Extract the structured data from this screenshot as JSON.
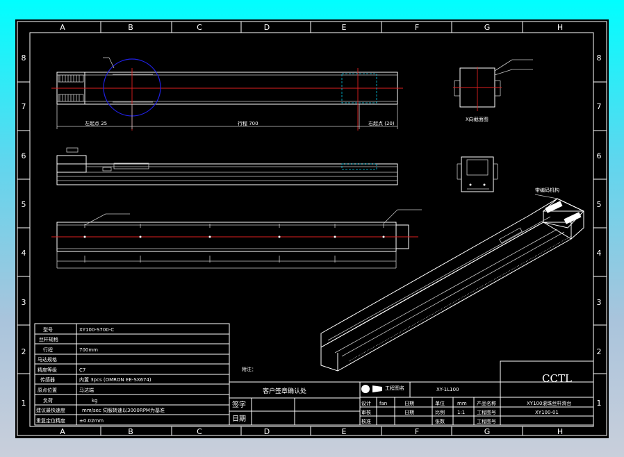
{
  "zones": {
    "cols": [
      "A",
      "B",
      "C",
      "D",
      "E",
      "F",
      "G",
      "H"
    ],
    "rows": [
      "8",
      "7",
      "6",
      "5",
      "4",
      "3",
      "2",
      "1"
    ]
  },
  "views": {
    "top_left_dim": "左起点 25",
    "top_stroke_dim": "行程 700",
    "top_right_dim": "右起点 (20)",
    "section_label": "X向截面图"
  },
  "iso_label": "带编码机构",
  "spec_table": {
    "rows": [
      {
        "label": "型号",
        "value": "XY100-S700-C"
      },
      {
        "label": "丝杆规格",
        "value": ""
      },
      {
        "label": "行程",
        "value": "700mm"
      },
      {
        "label": "马达规格",
        "value": ""
      },
      {
        "label": "精度等级",
        "value": "C7"
      },
      {
        "label": "传感器",
        "value": "内置 3pcs (OMRON EE-SX674)"
      },
      {
        "label": "原点位置",
        "value": "马达端"
      },
      {
        "label": "负荷",
        "value": "kg"
      },
      {
        "label": "建议最快速度",
        "value": "mm/sec  伺服转速以3000RPM为基准"
      },
      {
        "label": "重复定位精度",
        "value": "±0.02mm"
      }
    ]
  },
  "note_label": "附注：",
  "customer": {
    "title": "客户签章确认处",
    "sign": "签字",
    "date": "日期"
  },
  "title_block": {
    "projection_label": "工程图名",
    "drawing_no": "XY-1L100",
    "design": "设计",
    "check": "审核",
    "approve": "核准",
    "person": "fan",
    "date_label": "日期",
    "unit_label": "单位",
    "unit_value": "mm",
    "scale_label": "比例",
    "scale_value": "1:1",
    "sheets_label": "张数",
    "product_label": "产品名称",
    "drawing_name_label": "工程图号",
    "part_no_label": "工程图号",
    "product_name": "XY100滚珠丝杆滑台",
    "product_code": "XY100-01",
    "review_mark": "审核",
    "company": "CCTL"
  },
  "colors": {
    "background": "#000000",
    "lines": "#ffffff",
    "centerline": "#e02020",
    "hidden": "#00c8e6",
    "callout": "#2020e0"
  }
}
